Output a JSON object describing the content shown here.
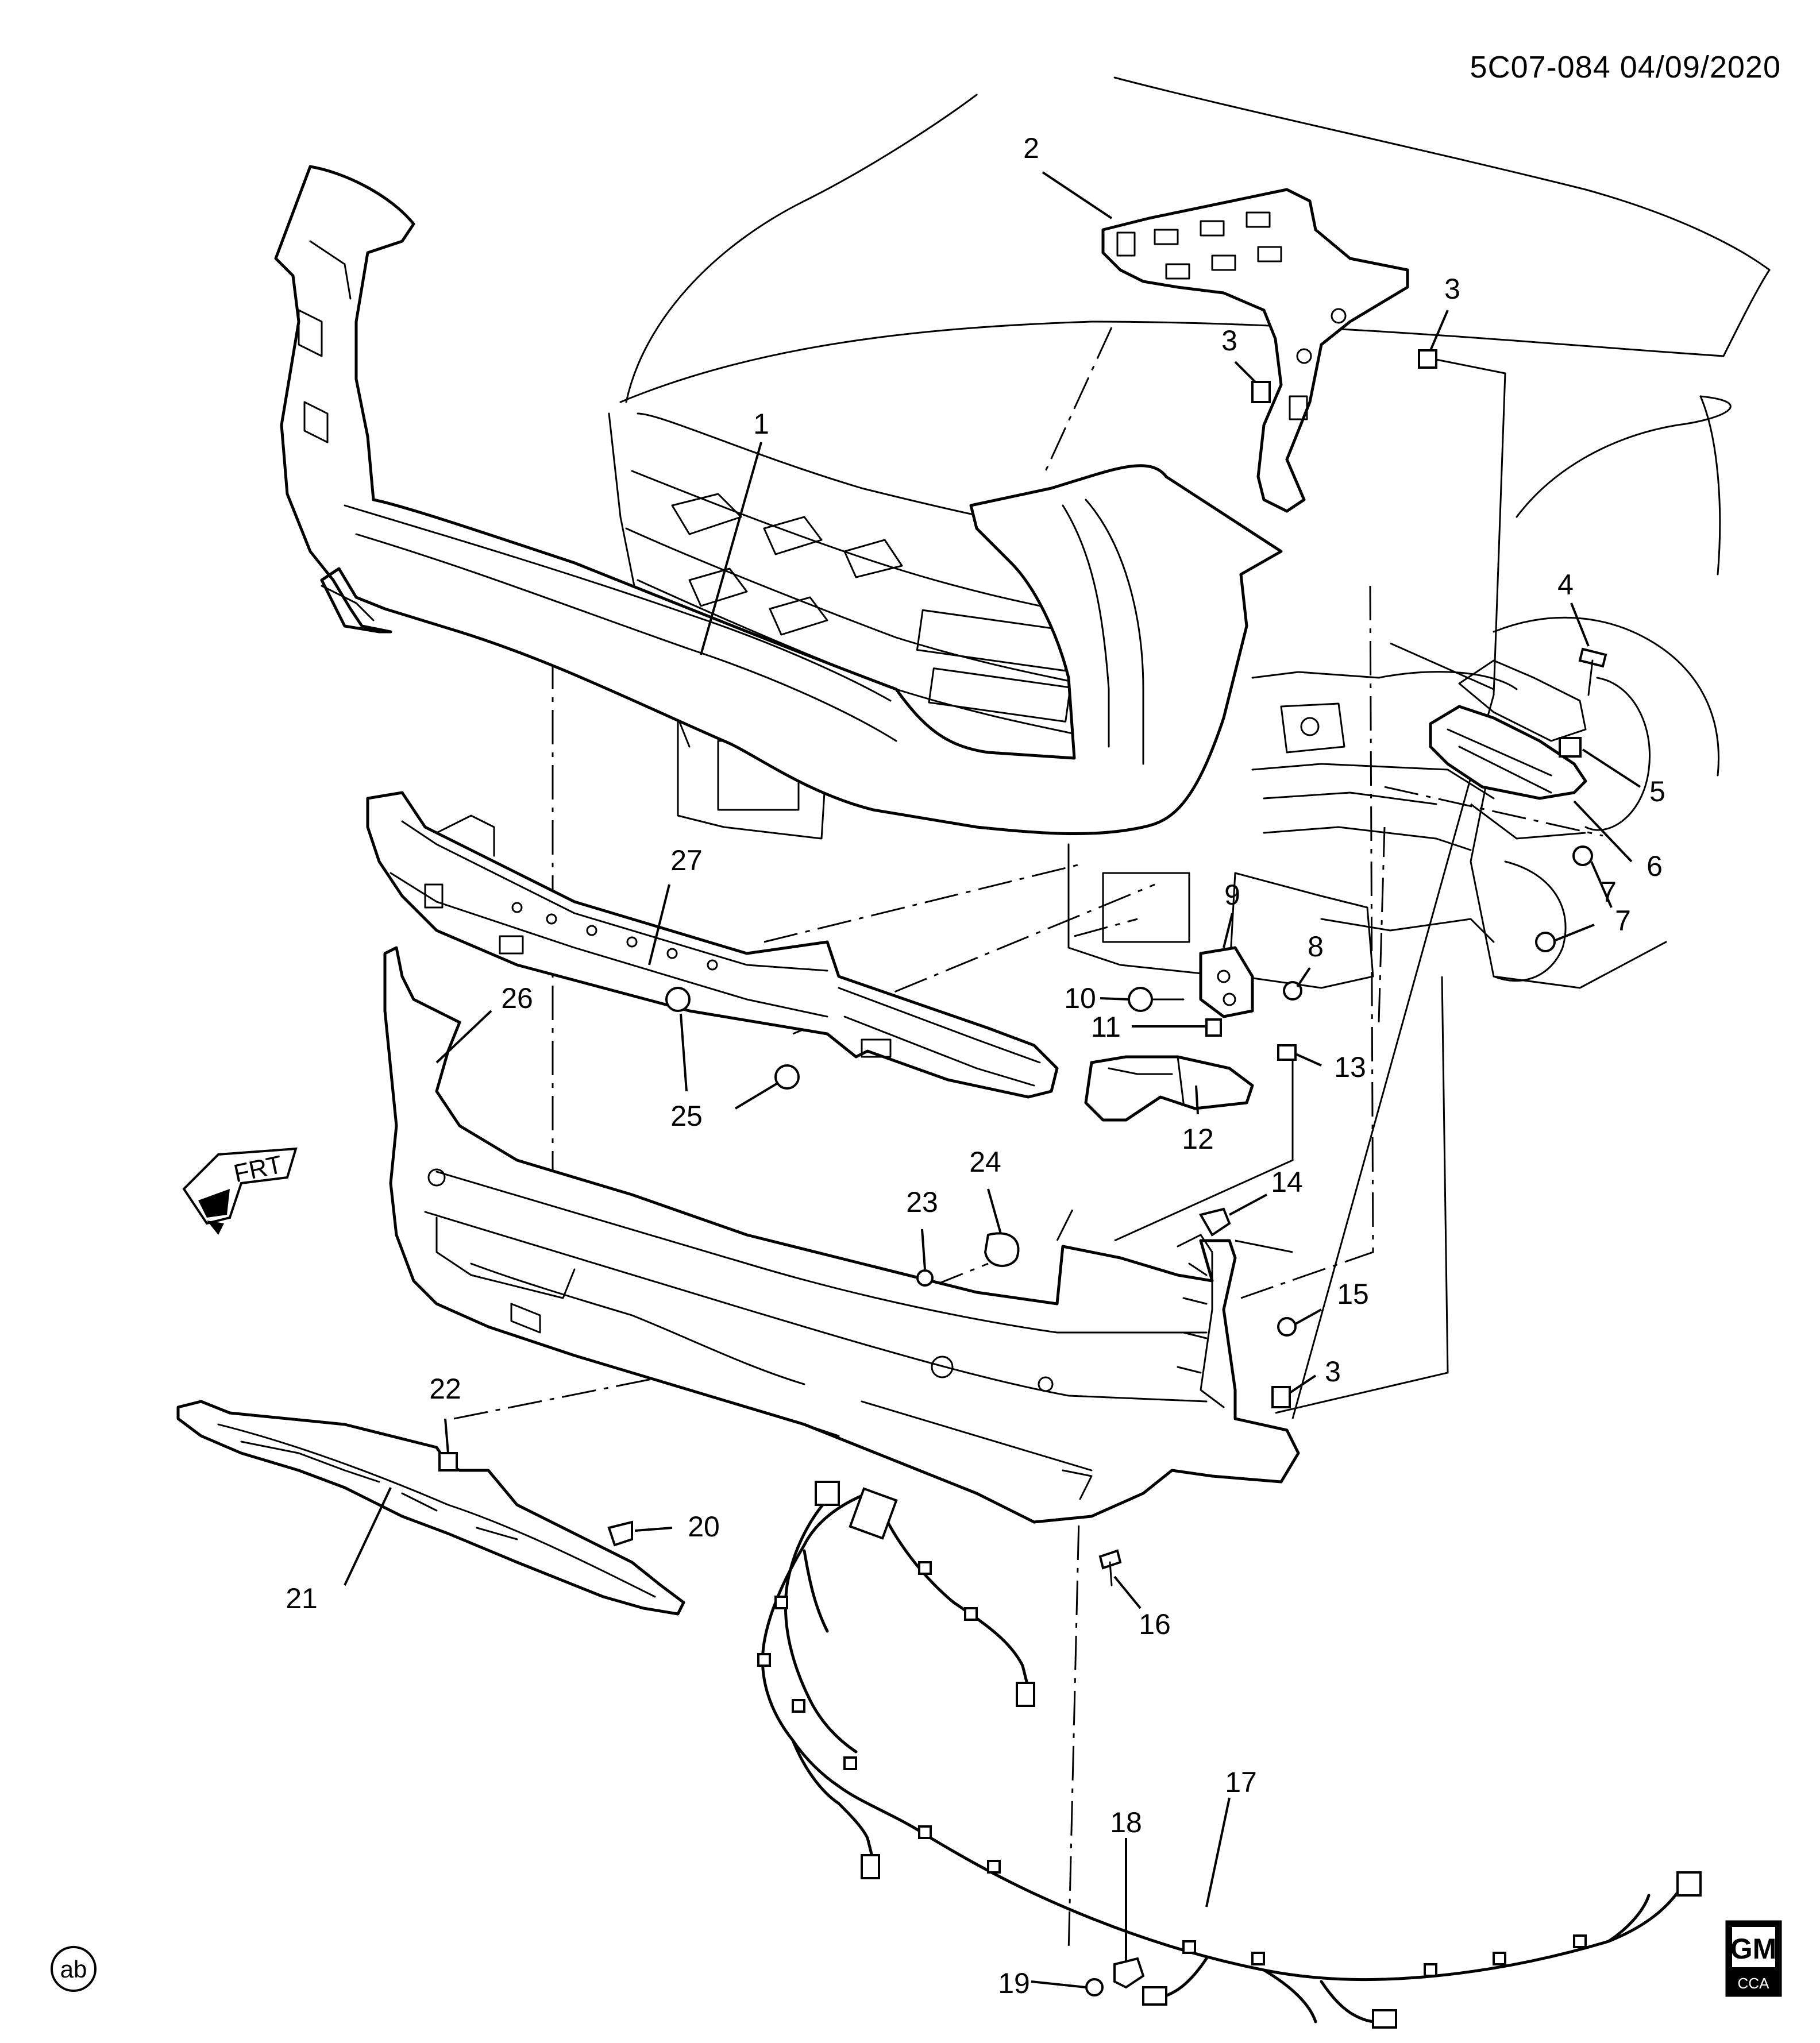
{
  "header": {
    "code": "5C07-084  04/09/2020"
  },
  "direction_label": "FRT",
  "corner_badge": "ab",
  "logo": {
    "main": "GM",
    "sub": "CCA"
  },
  "callouts": [
    {
      "id": "c1",
      "text": "1"
    },
    {
      "id": "c2",
      "text": "2"
    },
    {
      "id": "c3a",
      "text": "3"
    },
    {
      "id": "c3b",
      "text": "3"
    },
    {
      "id": "c3c",
      "text": "3"
    },
    {
      "id": "c4",
      "text": "4"
    },
    {
      "id": "c5",
      "text": "5"
    },
    {
      "id": "c6",
      "text": "6"
    },
    {
      "id": "c7a",
      "text": "7"
    },
    {
      "id": "c7b",
      "text": "7"
    },
    {
      "id": "c8",
      "text": "8"
    },
    {
      "id": "c9",
      "text": "9"
    },
    {
      "id": "c10",
      "text": "10"
    },
    {
      "id": "c11",
      "text": "11"
    },
    {
      "id": "c12",
      "text": "12"
    },
    {
      "id": "c13",
      "text": "13"
    },
    {
      "id": "c14",
      "text": "14"
    },
    {
      "id": "c15",
      "text": "15"
    },
    {
      "id": "c16",
      "text": "16"
    },
    {
      "id": "c17",
      "text": "17"
    },
    {
      "id": "c18",
      "text": "18"
    },
    {
      "id": "c19",
      "text": "19"
    },
    {
      "id": "c20",
      "text": "20"
    },
    {
      "id": "c21",
      "text": "21"
    },
    {
      "id": "c22",
      "text": "22"
    },
    {
      "id": "c23",
      "text": "23"
    },
    {
      "id": "c24",
      "text": "24"
    },
    {
      "id": "c25",
      "text": "25"
    },
    {
      "id": "c26",
      "text": "26"
    },
    {
      "id": "c27",
      "text": "27"
    }
  ]
}
